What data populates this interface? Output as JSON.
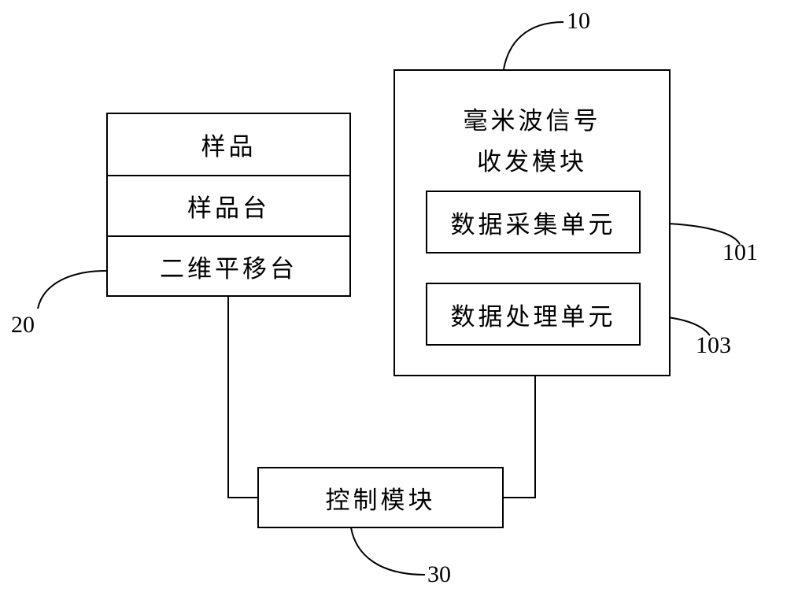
{
  "left_stack": {
    "rows": [
      "样品",
      "样品台",
      "二维平移台"
    ],
    "ref": "20"
  },
  "transceiver": {
    "title_line1": "毫米波信号",
    "title_line2": "收发模块",
    "ref": "10",
    "units": [
      {
        "label": "数据采集单元",
        "ref": "101"
      },
      {
        "label": "数据处理单元",
        "ref": "103"
      }
    ]
  },
  "control": {
    "label": "控制模块",
    "ref": "30"
  }
}
